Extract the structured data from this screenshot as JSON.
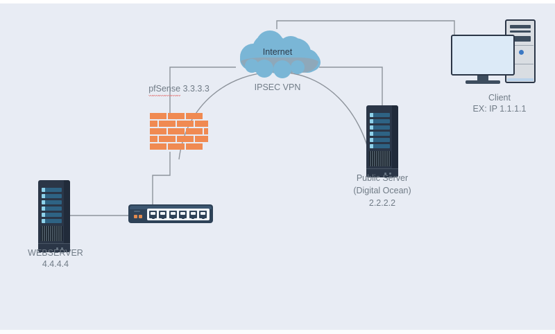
{
  "diagram": {
    "title": "IPSEC VPN network topology",
    "background_color": "#e8ecf4",
    "wire_color": "#8d939b"
  },
  "nodes": {
    "cloud": {
      "icon": "cloud-icon",
      "text": "Internet",
      "caption_line1": "IPSEC",
      "caption_line2": "VPN",
      "fill_top": "#7ab6d6",
      "fill_band": "#8fa8b8"
    },
    "firewall": {
      "icon": "brick-wall-icon",
      "name": "pfSense",
      "ip": "3.3.3.3",
      "brick_color": "#f08a52"
    },
    "webserver": {
      "icon": "server-tower-icon",
      "name": "WEBSERVER",
      "ip": "4.4.4.4"
    },
    "switch": {
      "icon": "network-switch-icon",
      "port_count": 6,
      "led_count": 2,
      "body_color": "#2e4257",
      "led_color": "#e08a4e"
    },
    "public_server": {
      "icon": "server-tower-icon",
      "name": "Public Server",
      "provider": "(Digital Ocean)",
      "ip": "2.2.2.2"
    },
    "client": {
      "icon": "desktop-computer-icon",
      "name": "Client",
      "ip": "EX: IP 1.1.1.1",
      "power_led_color": "#3b78c3"
    }
  }
}
